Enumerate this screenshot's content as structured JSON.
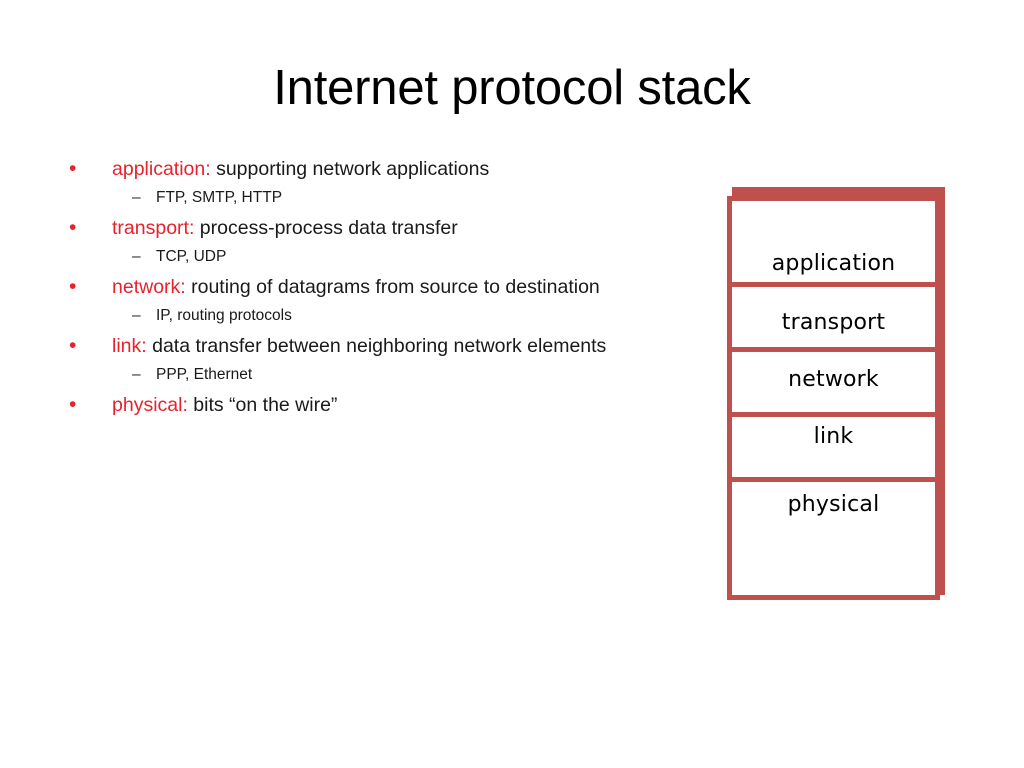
{
  "slide": {
    "title": "Internet protocol stack",
    "accent_red": "#e8222c",
    "diagram_red": "#c0504d",
    "background": "#ffffff",
    "text_color": "#1a1a1a"
  },
  "bullets": [
    {
      "marker": "•",
      "term": "application:",
      "rest": " supporting network applications",
      "subs": [
        {
          "marker": "–",
          "text": "FTP, SMTP, HTTP"
        }
      ]
    },
    {
      "marker": "•",
      "term": "transport:",
      "rest": " process-process data transfer",
      "subs": [
        {
          "marker": "–",
          "text": "TCP, UDP"
        }
      ]
    },
    {
      "marker": "•",
      "term": "network:",
      "rest": " routing of datagrams from source to destination",
      "subs": [
        {
          "marker": "–",
          "text": "IP, routing protocols"
        }
      ]
    },
    {
      "marker": "•",
      "term": "link:",
      "rest": " data transfer between neighboring  network elements",
      "subs": [
        {
          "marker": "–",
          "text": "PPP, Ethernet"
        }
      ]
    },
    {
      "marker": "•",
      "term": "physical:",
      "rest": " bits “on the wire”",
      "subs": []
    }
  ],
  "stack_diagram": {
    "layers": [
      {
        "label": "application"
      },
      {
        "label": "transport"
      },
      {
        "label": "network"
      },
      {
        "label": "link"
      },
      {
        "label": "physical"
      }
    ]
  }
}
